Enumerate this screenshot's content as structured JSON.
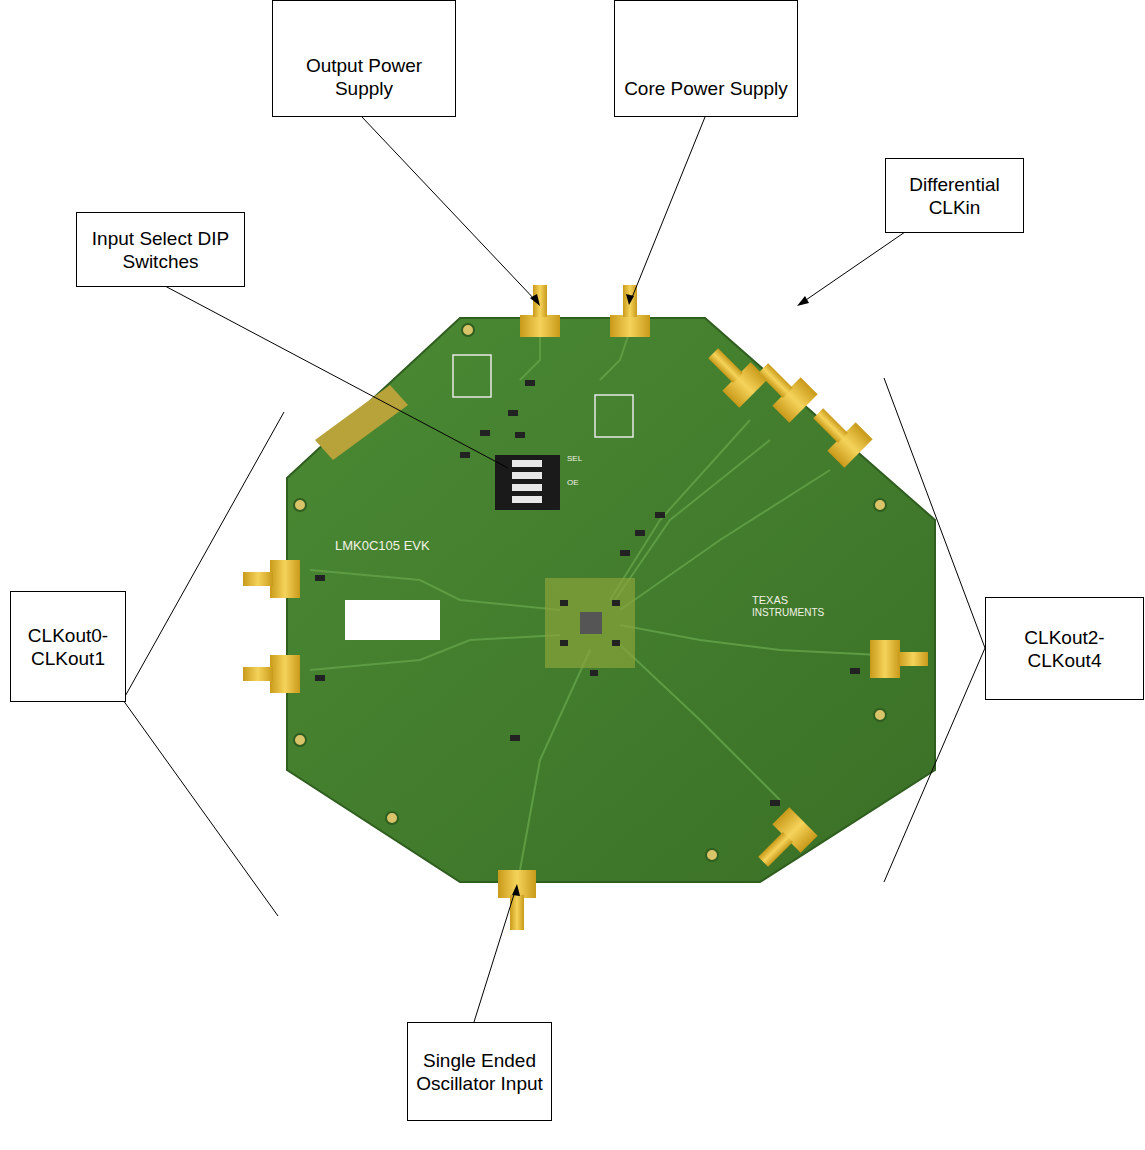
{
  "diagram": {
    "nodes": [
      {
        "text": [
          "Output Power Supply"
        ]
      },
      {
        "text": [
          "Core Power Supply"
        ]
      },
      {
        "text": [
          "Differential CLKin"
        ]
      },
      {
        "text": [
          "Input Select DIP Switches"
        ]
      },
      {
        "text": [
          "CLKout0- CLKout1"
        ]
      },
      {
        "text": [
          "CLKout2- CLKout4"
        ]
      },
      {
        "text": [
          "Single Ended Oscillator Input"
        ]
      }
    ],
    "labels": [
      "LMK0C105 EVK",
      "TEXAS",
      "INSTRUMENTS",
      "SEL",
      "OE"
    ]
  }
}
